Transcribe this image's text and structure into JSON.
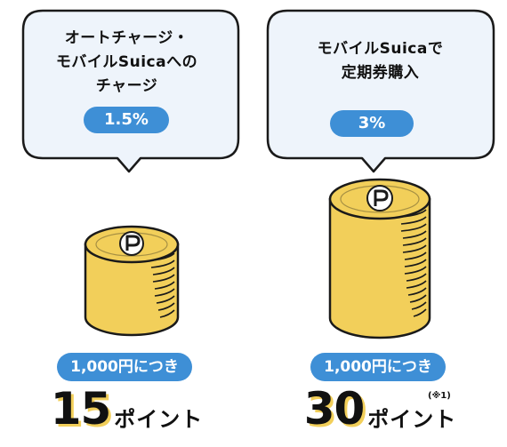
{
  "items": [
    {
      "bubble_lines": [
        "オートチャージ・",
        "モバイルSuicaへの",
        "チャージ"
      ],
      "rate": "1.5%",
      "coin_icon": "point-coin-icon",
      "per_amount": "1,000円につき",
      "points_number": "15",
      "points_unit": "ポイント",
      "note": ""
    },
    {
      "bubble_lines": [
        "モバイルSuicaで",
        "定期券購入"
      ],
      "rate": "3%",
      "coin_icon": "point-coin-icon",
      "per_amount": "1,000円につき",
      "points_number": "30",
      "points_unit": "ポイント",
      "note": "(※1)"
    }
  ],
  "colors": {
    "accent_blue": "#3e8fd6",
    "bubble_fill": "#eef4fb",
    "coin_gold": "#f2cf5a"
  }
}
